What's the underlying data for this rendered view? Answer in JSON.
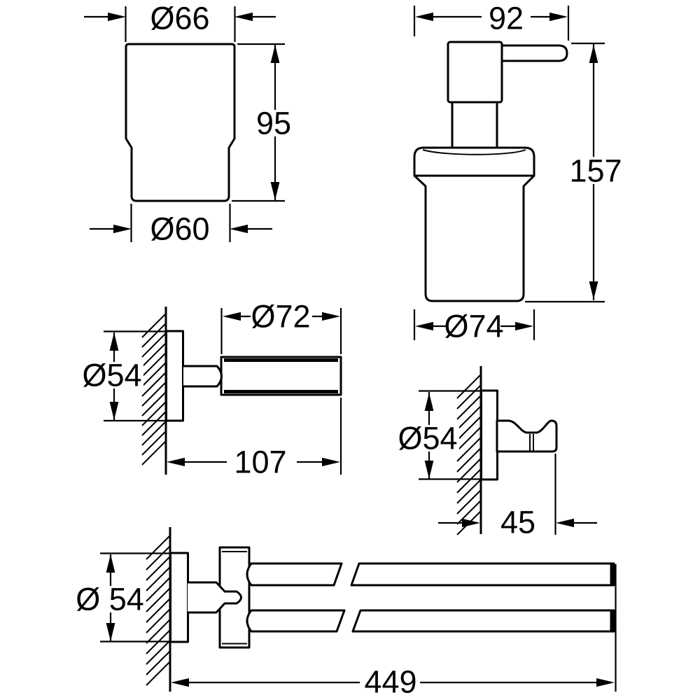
{
  "diagram": {
    "background": "#ffffff",
    "line_color": "#000000",
    "text_color": "#000000",
    "views": {
      "tumbler": {
        "top_diameter": "Ø66",
        "height": "95",
        "bottom_diameter": "Ø60"
      },
      "soap_dispenser": {
        "width": "92",
        "height": "157",
        "diameter": "Ø74"
      },
      "glass_holder": {
        "rosette_diameter": "Ø54",
        "ring_diameter": "Ø72",
        "projection": "107"
      },
      "robe_hook": {
        "rosette_diameter": "Ø54",
        "projection": "45"
      },
      "towel_bar": {
        "rosette_diameter": "Ø 54",
        "length": "449"
      }
    }
  }
}
